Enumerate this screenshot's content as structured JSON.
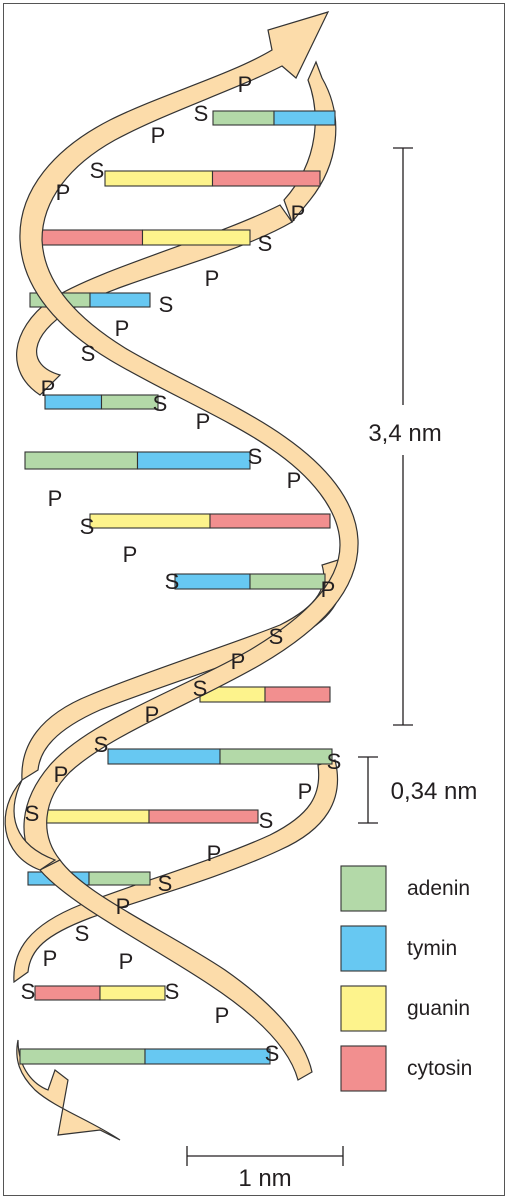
{
  "colors": {
    "strand_fill": "#fcdcaa",
    "strand_stroke": "#333333",
    "adenin": "#b3d9a8",
    "tymin": "#67c8f2",
    "guanin": "#fdf38c",
    "cytosin": "#f28f8f"
  },
  "labels": {
    "sugar": "S",
    "phosphate": "P",
    "turn_length": "3,4 nm",
    "base_spacing": "0,34 nm",
    "width": "1 nm"
  },
  "legend": [
    {
      "key": "adenin",
      "label": "adenin"
    },
    {
      "key": "tymin",
      "label": "tymin"
    },
    {
      "key": "guanin",
      "label": "guanin"
    },
    {
      "key": "cytosin",
      "label": "cytosin"
    }
  ],
  "base_pairs": [
    [
      "adenin",
      "tymin"
    ],
    [
      "guanin",
      "cytosin"
    ],
    [
      "cytosin",
      "guanin"
    ],
    [
      "adenin",
      "tymin"
    ],
    [
      "tymin",
      "adenin"
    ],
    [
      "adenin",
      "tymin"
    ],
    [
      "guanin",
      "cytosin"
    ],
    [
      "tymin",
      "adenin"
    ],
    [
      "guanin",
      "cytosin"
    ],
    [
      "tymin",
      "adenin"
    ],
    [
      "guanin",
      "cytosin"
    ],
    [
      "tymin",
      "adenin"
    ],
    [
      "cytosin",
      "guanin"
    ],
    [
      "adenin",
      "tymin"
    ]
  ]
}
